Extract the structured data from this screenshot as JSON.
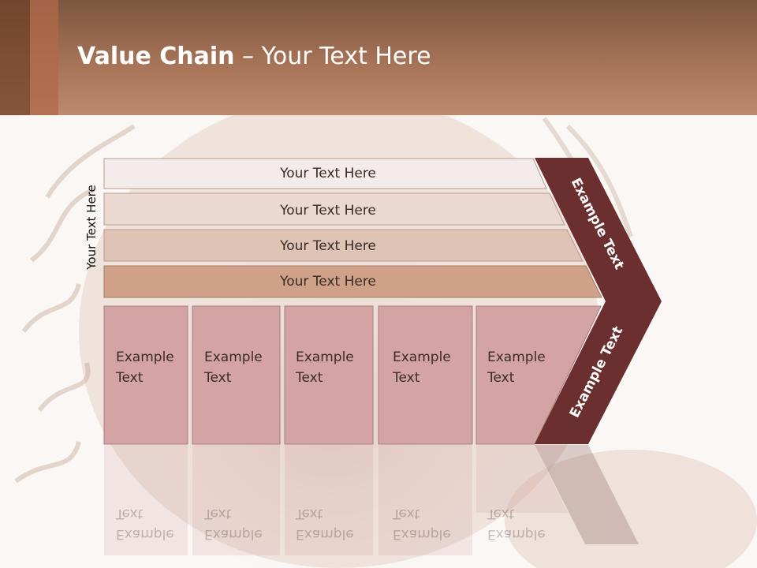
{
  "slide": {
    "title_bold": "Value Chain",
    "title_rest": " – Your Text Here"
  },
  "diagram": {
    "side_label": "Your Text Here",
    "rows": [
      {
        "label": "Your Text Here",
        "color": "#f3ecea"
      },
      {
        "label": "Your Text Here",
        "color": "#ebd9d1"
      },
      {
        "label": "Your Text Here",
        "color": "#dfc3b5"
      },
      {
        "label": "Your Text Here",
        "color": "#cfa189"
      }
    ],
    "boxes": [
      {
        "line1": "Example",
        "line2": "Text"
      },
      {
        "line1": "Example",
        "line2": "Text"
      },
      {
        "line1": "Example",
        "line2": "Text"
      },
      {
        "line1": "Example",
        "line2": "Text"
      },
      {
        "line1": "Example",
        "line2": "Text"
      }
    ],
    "chevron_upper": "Example Text",
    "chevron_lower": "Example Text",
    "colors": {
      "box_fill": "#d4a3a3",
      "chevron_fill": "#6b2f2f"
    }
  }
}
